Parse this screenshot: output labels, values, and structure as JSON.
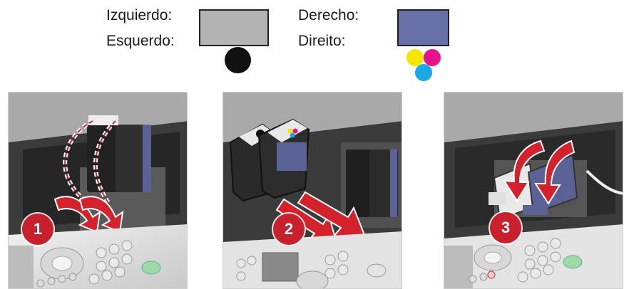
{
  "legend": {
    "left_cartridge": {
      "label_es": "Izquierdo:",
      "label_pt": "Esquerdo:",
      "color": "#b3b3b3",
      "ink_icon": "black-ink-dot"
    },
    "right_cartridge": {
      "label_es": "Derecho:",
      "label_pt": "Direito:",
      "color": "#676fa8",
      "ink_icon": "color-ink-dots",
      "ink_colors": [
        "#f5e600",
        "#e8138c",
        "#1aa9e3"
      ]
    }
  },
  "steps": [
    {
      "number": "1",
      "icon": "open-cartridge-lids-illustration"
    },
    {
      "number": "2",
      "icon": "insert-cartridges-illustration"
    },
    {
      "number": "3",
      "icon": "close-cartridge-lids-illustration"
    }
  ],
  "colors": {
    "arrow_red": "#d3222c",
    "step_badge": "#c8202c"
  }
}
